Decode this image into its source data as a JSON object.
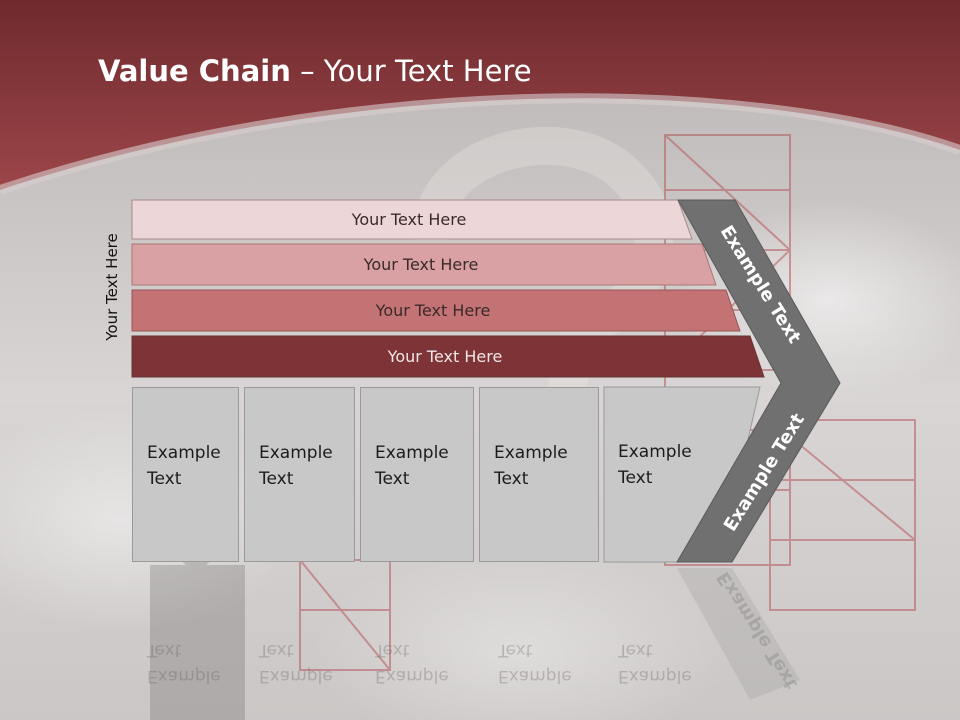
{
  "title": {
    "bold": "Value Chain",
    "rest": " – Your Text Here"
  },
  "side_label": "Your Text Here",
  "rows": [
    {
      "label": "Your Text Here",
      "color": "#ecd6d8"
    },
    {
      "label": "Your Text Here",
      "color": "#d9a1a3"
    },
    {
      "label": "Your Text Here",
      "color": "#c47375"
    },
    {
      "label": "Your Text Here",
      "color": "#7e3337"
    }
  ],
  "boxes": [
    {
      "line1": "Example",
      "line2": "Text"
    },
    {
      "line1": "Example",
      "line2": "Text"
    },
    {
      "line1": "Example",
      "line2": "Text"
    },
    {
      "line1": "Example",
      "line2": "Text"
    },
    {
      "line1": "Example",
      "line2": "Text"
    }
  ],
  "chevron": {
    "upper": "Example Text",
    "lower": "Example Text",
    "color": "#707070"
  },
  "colors": {
    "header": "#8e3d41"
  }
}
